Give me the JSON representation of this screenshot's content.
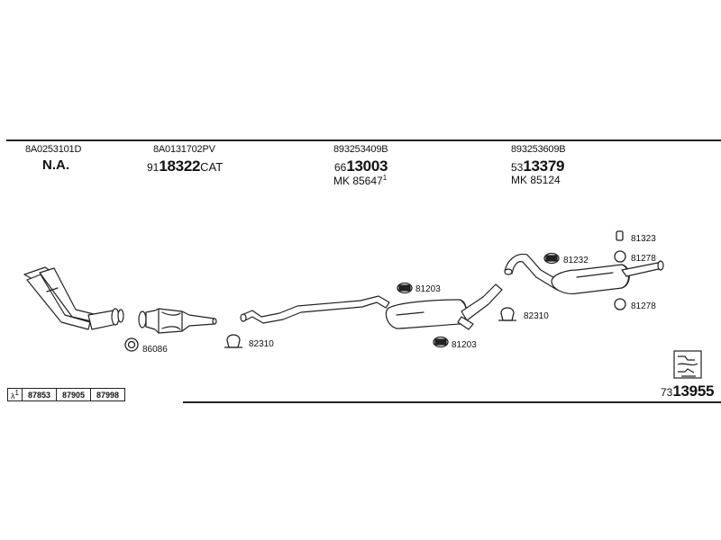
{
  "header": {
    "col1": {
      "oe": "8A0253101D",
      "main": "N.A."
    },
    "col2": {
      "oe": "8A0131702PV",
      "prefix": "91",
      "main": "18322",
      "suffix": "CAT"
    },
    "col3": {
      "oe": "893253409B",
      "prefix": "66",
      "main": "13003",
      "mk": "MK  85647",
      "mk_sup": "1"
    },
    "col4": {
      "oe": "893253609B",
      "prefix": "53",
      "main": "13379",
      "mk": "MK  85124"
    }
  },
  "parts": {
    "p86086": "86086",
    "p82310a": "82310",
    "p81203a": "81203",
    "p81203b": "81203",
    "p82310b": "82310",
    "p81232": "81232",
    "p81323": "81323",
    "p81278a": "81278",
    "p81278b": "81278"
  },
  "ref_table": {
    "lambda": "λ",
    "lambda_sup": "1",
    "cells": [
      "87853",
      "87905",
      "87998"
    ]
  },
  "kit": {
    "prefix": "73",
    "main": "13955"
  },
  "icons": [
    "exhaust-manifold-pipe-icon",
    "catalytic-converter-icon",
    "intermediate-pipe-icon",
    "middle-silencer-icon",
    "rear-silencer-icon",
    "gasket-ring-icon",
    "pipe-clamp-icon",
    "rubber-mount-icon",
    "kit-box-icon"
  ]
}
